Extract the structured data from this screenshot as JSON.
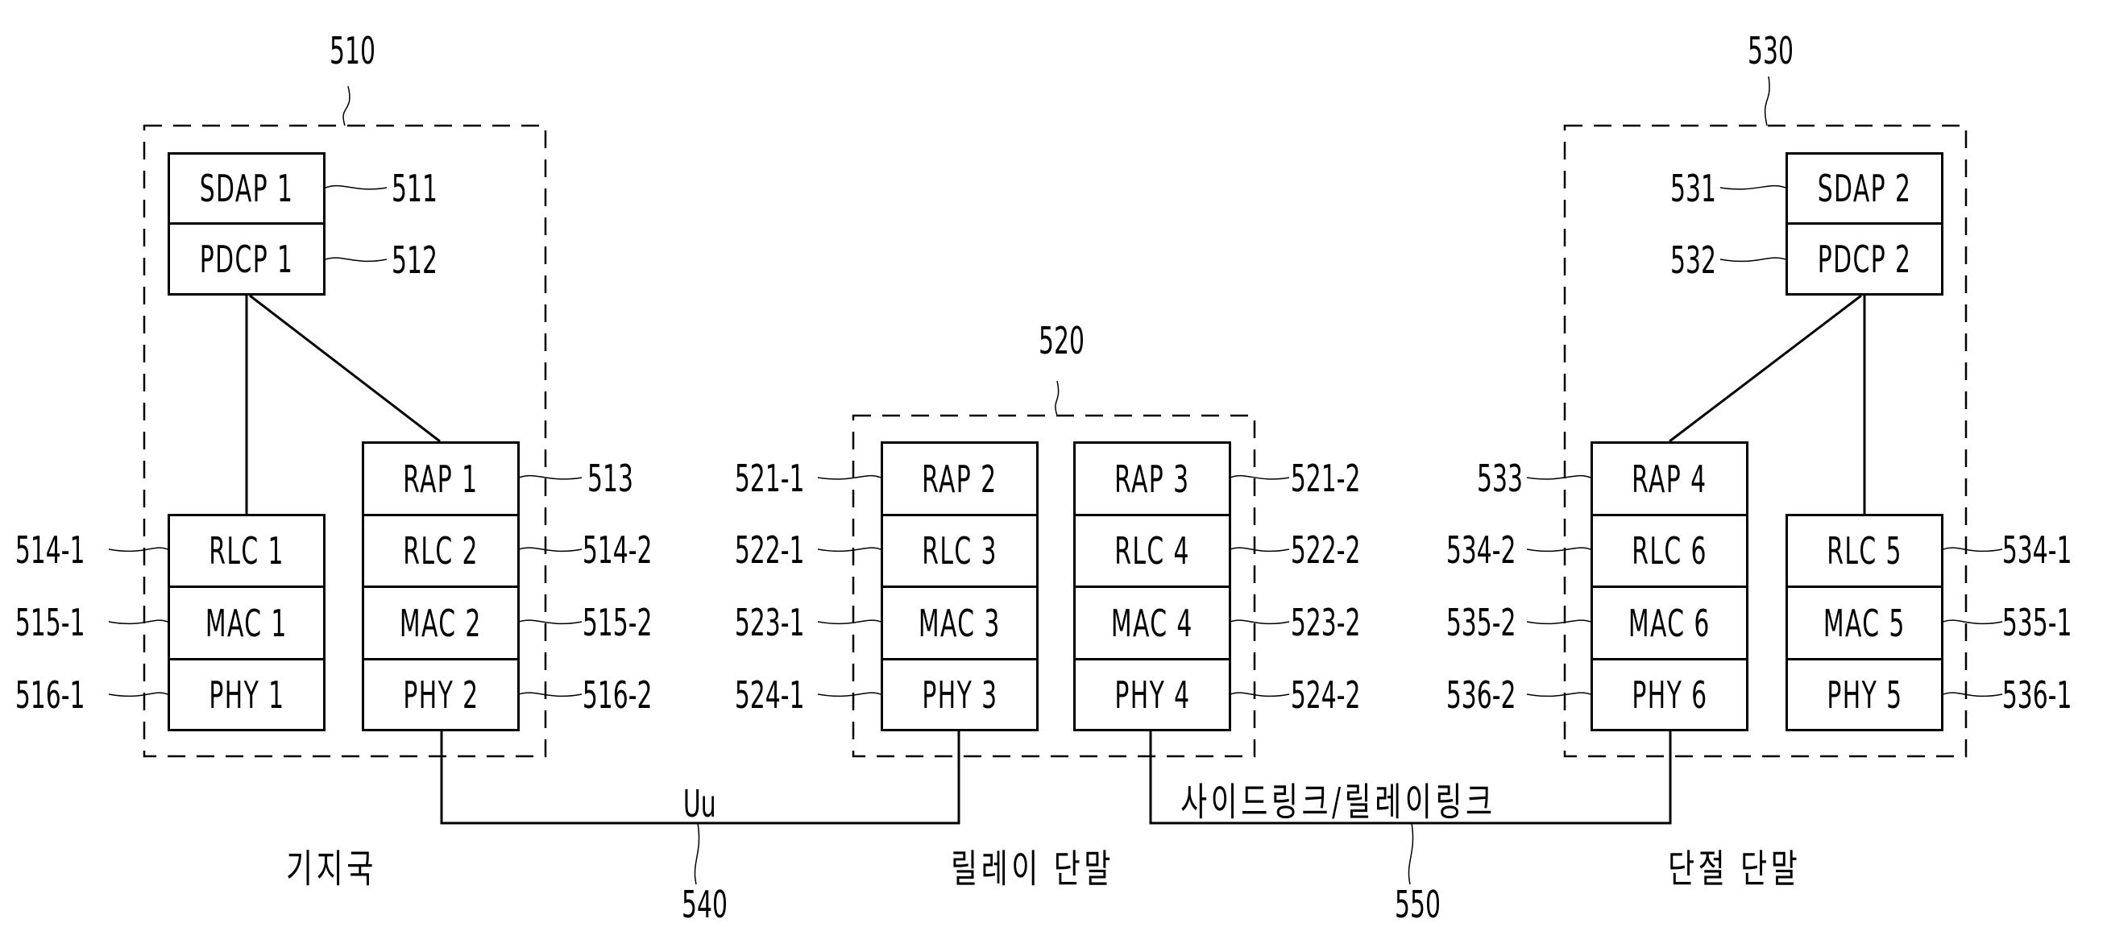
{
  "figure": {
    "groups": [
      {
        "ref": "510",
        "name": "기지국",
        "stacks": [
          {
            "layers": [
              {
                "label": "SDAP 1",
                "ref": "511"
              },
              {
                "label": "PDCP 1",
                "ref": "512"
              }
            ]
          },
          {
            "layers": [
              {
                "label": "RLC 1",
                "ref": "514-1"
              },
              {
                "label": "MAC 1",
                "ref": "515-1"
              },
              {
                "label": "PHY 1",
                "ref": "516-1"
              }
            ]
          },
          {
            "layers": [
              {
                "label": "RAP 1",
                "ref": "513"
              },
              {
                "label": "RLC 2",
                "ref": "514-2"
              },
              {
                "label": "MAC 2",
                "ref": "515-2"
              },
              {
                "label": "PHY 2",
                "ref": "516-2"
              }
            ]
          }
        ]
      },
      {
        "ref": "520",
        "name": "릴레이 단말",
        "stacks": [
          {
            "layers": [
              {
                "label": "RAP 2",
                "ref": "521-1"
              },
              {
                "label": "RLC 3",
                "ref": "522-1"
              },
              {
                "label": "MAC 3",
                "ref": "523-1"
              },
              {
                "label": "PHY 3",
                "ref": "524-1"
              }
            ]
          },
          {
            "layers": [
              {
                "label": "RAP 3",
                "ref": "521-2"
              },
              {
                "label": "RLC 4",
                "ref": "522-2"
              },
              {
                "label": "MAC 4",
                "ref": "523-2"
              },
              {
                "label": "PHY 4",
                "ref": "524-2"
              }
            ]
          }
        ]
      },
      {
        "ref": "530",
        "name": "단절 단말",
        "stacks": [
          {
            "layers": [
              {
                "label": "SDAP 2",
                "ref": "531"
              },
              {
                "label": "PDCP 2",
                "ref": "532"
              }
            ]
          },
          {
            "layers": [
              {
                "label": "RAP 4",
                "ref": "533"
              },
              {
                "label": "RLC 6",
                "ref": "534-2"
              },
              {
                "label": "MAC 6",
                "ref": "535-2"
              },
              {
                "label": "PHY 6",
                "ref": "536-2"
              }
            ]
          },
          {
            "layers": [
              {
                "label": "RLC 5",
                "ref": "534-1"
              },
              {
                "label": "MAC 5",
                "ref": "535-1"
              },
              {
                "label": "PHY 5",
                "ref": "536-1"
              }
            ]
          }
        ]
      }
    ],
    "links": [
      {
        "ref": "540",
        "label": "Uu"
      },
      {
        "ref": "550",
        "label": "사이드링크/릴레이링크"
      }
    ]
  }
}
